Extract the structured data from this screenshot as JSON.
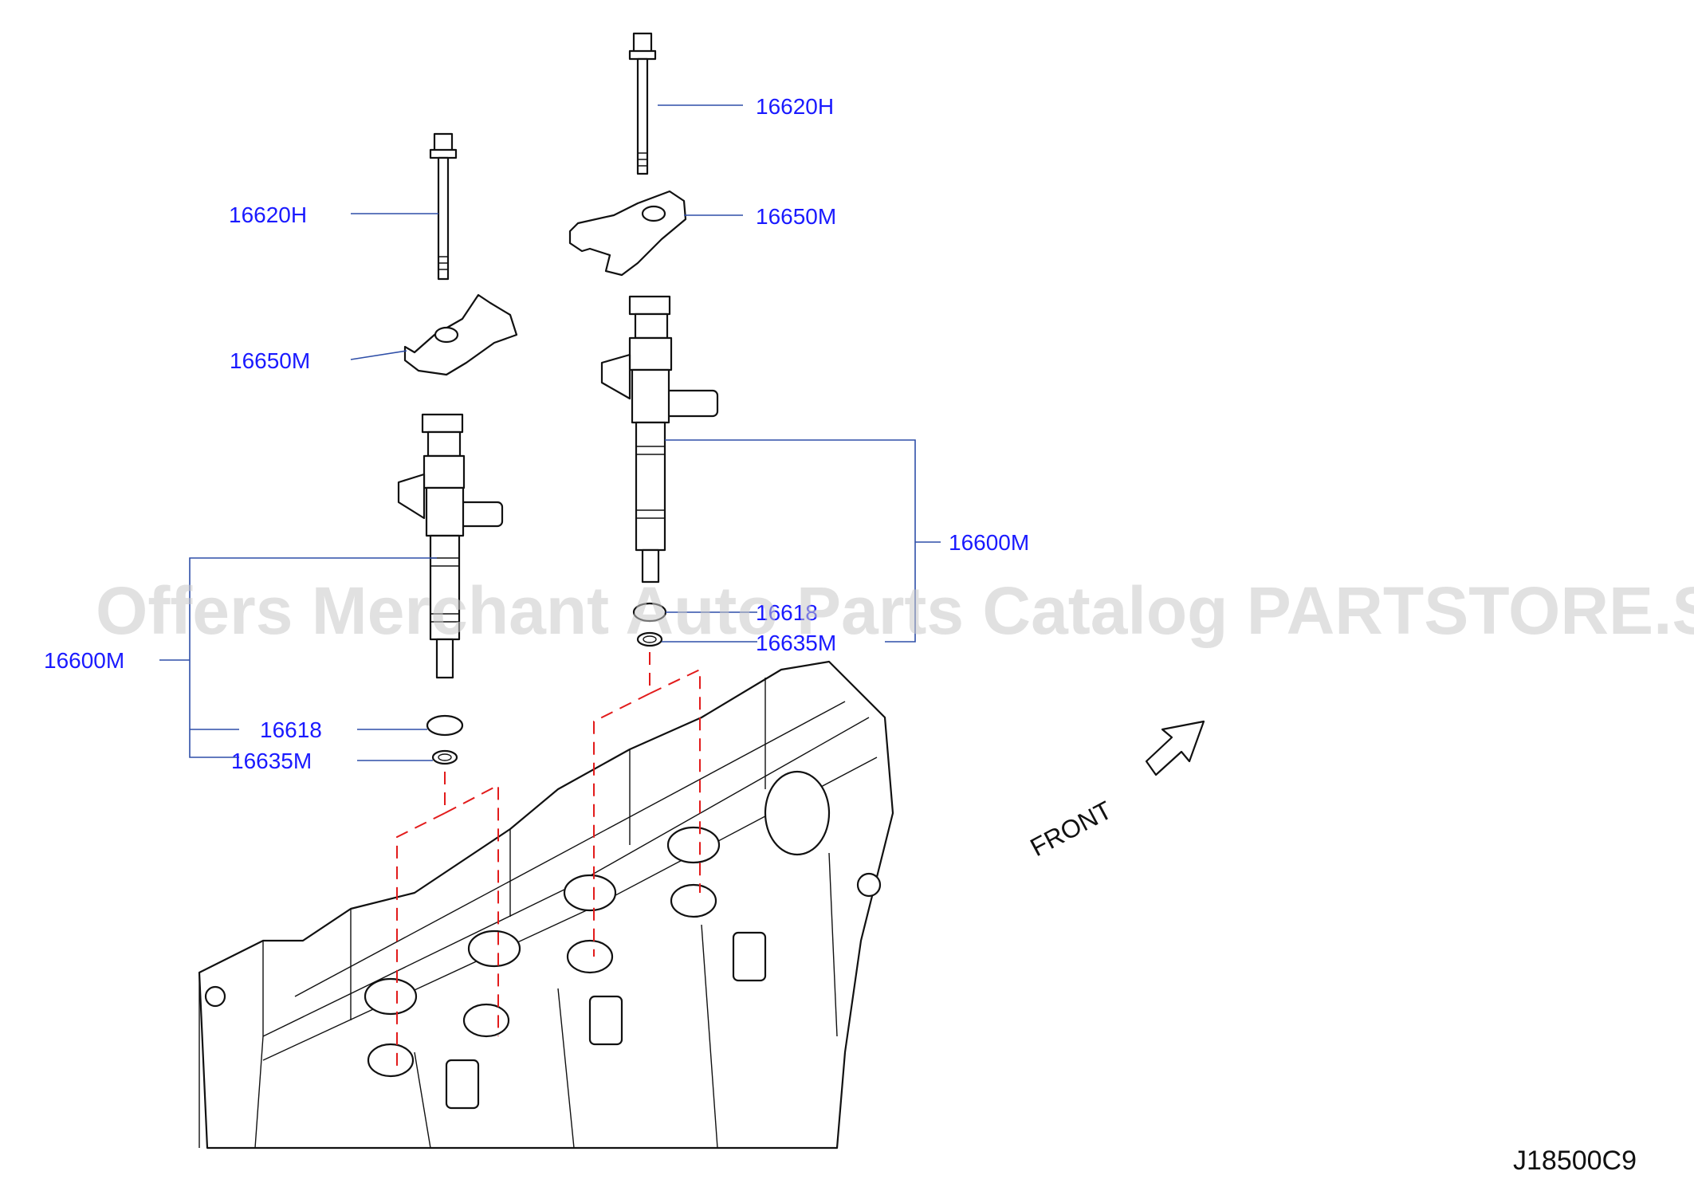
{
  "callouts": {
    "bolt_left": "16620H",
    "bolt_right": "16620H",
    "clamp_left": "16650M",
    "clamp_right": "16650M",
    "injector_left": "16600M",
    "injector_right": "16600M",
    "seal_left": "16618",
    "seal_right": "16618",
    "washer_left": "16635M",
    "washer_right": "16635M"
  },
  "watermark": "Offers Merchant Auto Parts Catalog PARTSTORE.SA",
  "direction_label": "FRONT",
  "diagram_code": "J18500C9",
  "colors": {
    "callout_text": "#1a1aff",
    "leader_line": "#2f4fa8",
    "installation_dash": "#e21b1b",
    "line_art": "#111111"
  }
}
